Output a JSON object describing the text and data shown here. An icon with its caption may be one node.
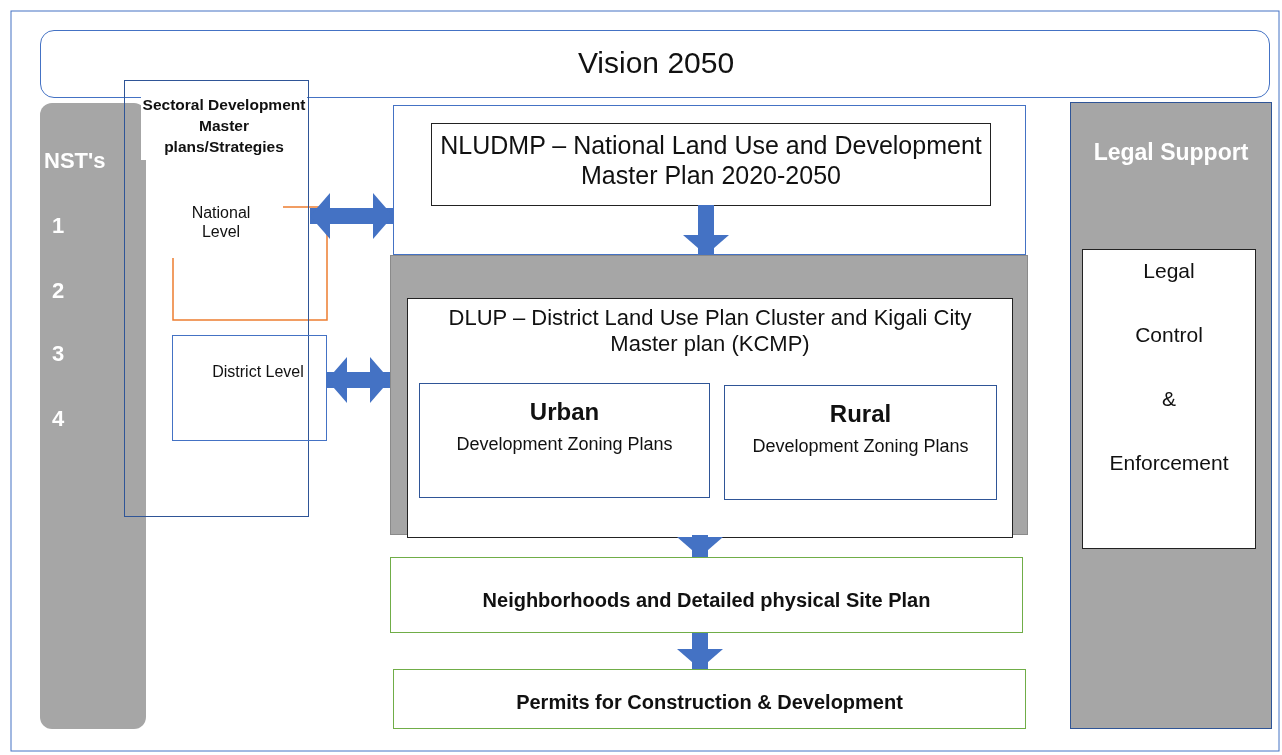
{
  "diagram": {
    "nodes": [
      {
        "text": [
          "Vision 2050"
        ]
      },
      {
        "text": [
          "NST's",
          "1",
          "2",
          "3",
          "4"
        ]
      },
      {
        "text": [
          "Sectoral Development Master plans/Strategies"
        ]
      },
      {
        "text": [
          "National Level"
        ],
        "in": 2
      },
      {
        "text": [
          "District Level"
        ]
      },
      {
        "text": [],
        "shape": "box"
      },
      {
        "text": [
          "NLUDMP – National Land Use and Development Master Plan 2020-2050"
        ],
        "in": 5
      },
      {
        "text": [],
        "shape": "box"
      },
      {
        "text": [
          "DLUP – District Land Use Plan Cluster and Kigali City Master plan (KCMP)"
        ],
        "in": 7
      },
      {
        "text": [
          "Urban",
          "Development Zoning Plans"
        ],
        "in": 8
      },
      {
        "text": [
          "Rural",
          "Development Zoning Plans"
        ],
        "in": 8
      },
      {
        "text": [
          "Neighborhoods and Detailed physical Site Plan"
        ]
      },
      {
        "text": [
          "Permits for Construction & Development"
        ]
      },
      {
        "text": [
          "Legal Support"
        ]
      },
      {
        "text": [
          "Legal",
          "Control",
          "&",
          "Enforcement"
        ],
        "in": 13
      }
    ],
    "edges": [
      {
        "from": 3,
        "to": 5,
        "arrow": "both"
      },
      {
        "from": 4,
        "to": 7,
        "arrow": "both"
      },
      {
        "from": 6,
        "to": 7,
        "arrow": "to"
      },
      {
        "from": 7,
        "to": 11,
        "arrow": "to"
      },
      {
        "from": 11,
        "to": 12,
        "arrow": "to"
      }
    ]
  }
}
